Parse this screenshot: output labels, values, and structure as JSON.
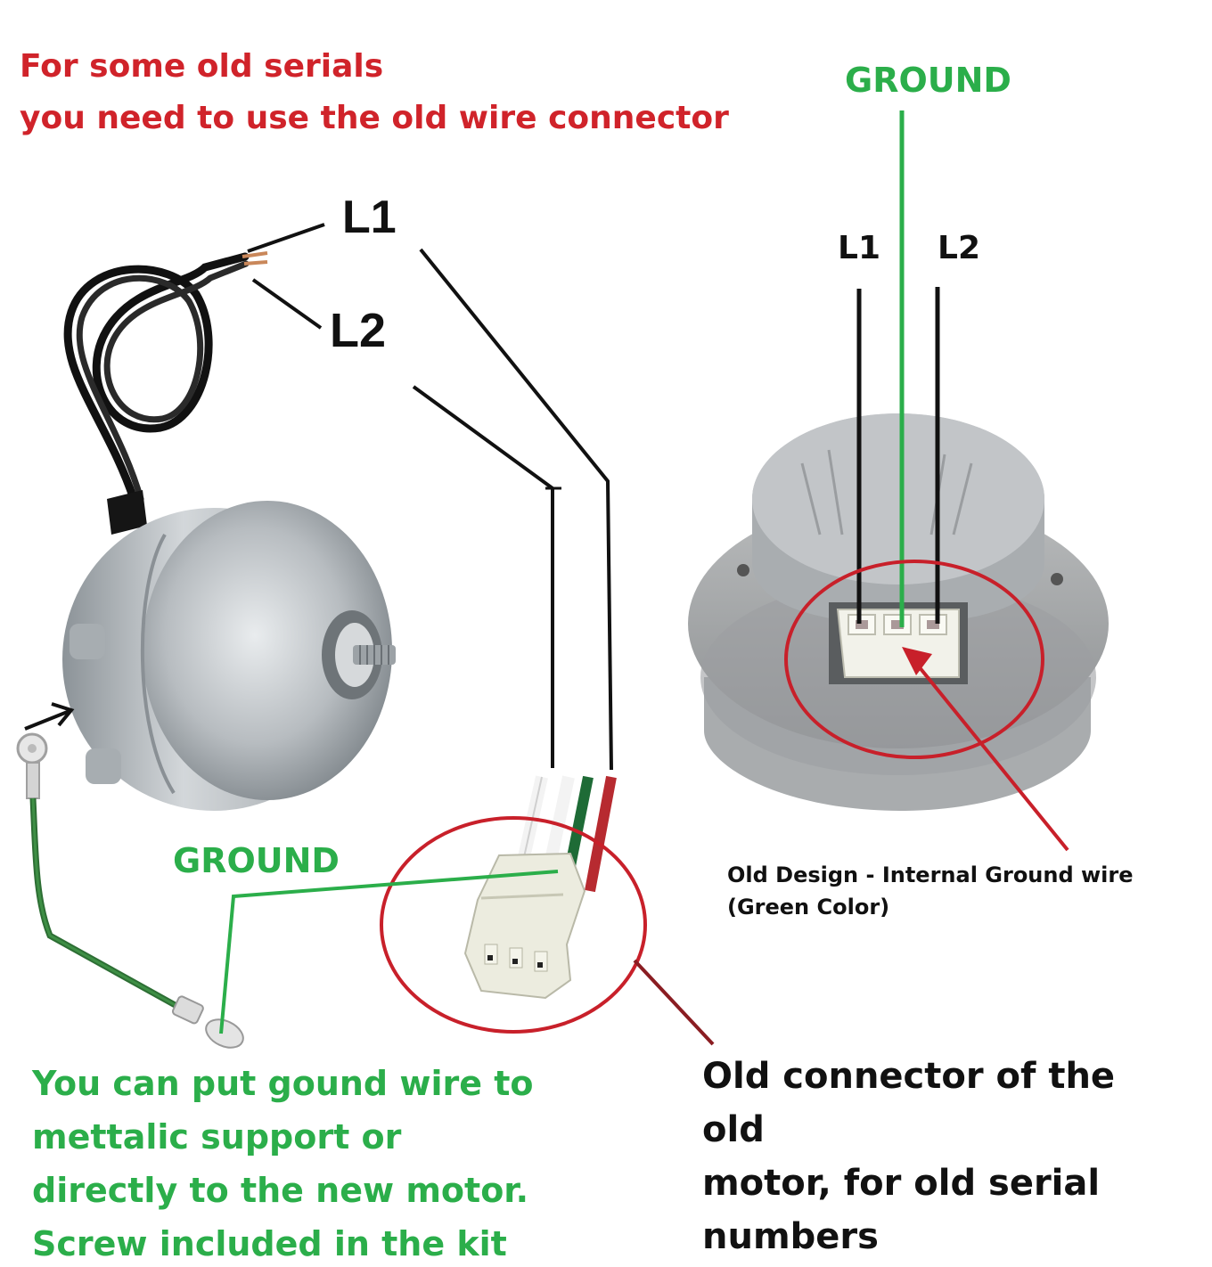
{
  "notes": {
    "old_serials_line1": "For some old serials",
    "old_serials_line2": "you need to use the old wire connector",
    "ground_top": "GROUND",
    "ground_mid": "GROUND",
    "l1_left": "L1",
    "l2_left": "L2",
    "l1_right": "L1",
    "l2_right": "L2",
    "old_design_line1": "Old Design - Internal Ground wire",
    "old_design_line2": "(Green Color)",
    "ground_note_line1": "You can put gound wire to",
    "ground_note_line2": "mettalic support or",
    "ground_note_line3": "directly to the new motor.",
    "ground_note_line4": "Screw included in the kit",
    "old_connector_line1": "Old connector of the old",
    "old_connector_line2": "motor, for old serial",
    "old_connector_line3": "numbers"
  },
  "colors": {
    "note_red": "#d0232a",
    "ground_green": "#2bae4a",
    "label_black": "#111111",
    "circle_red": "#c8202a"
  }
}
